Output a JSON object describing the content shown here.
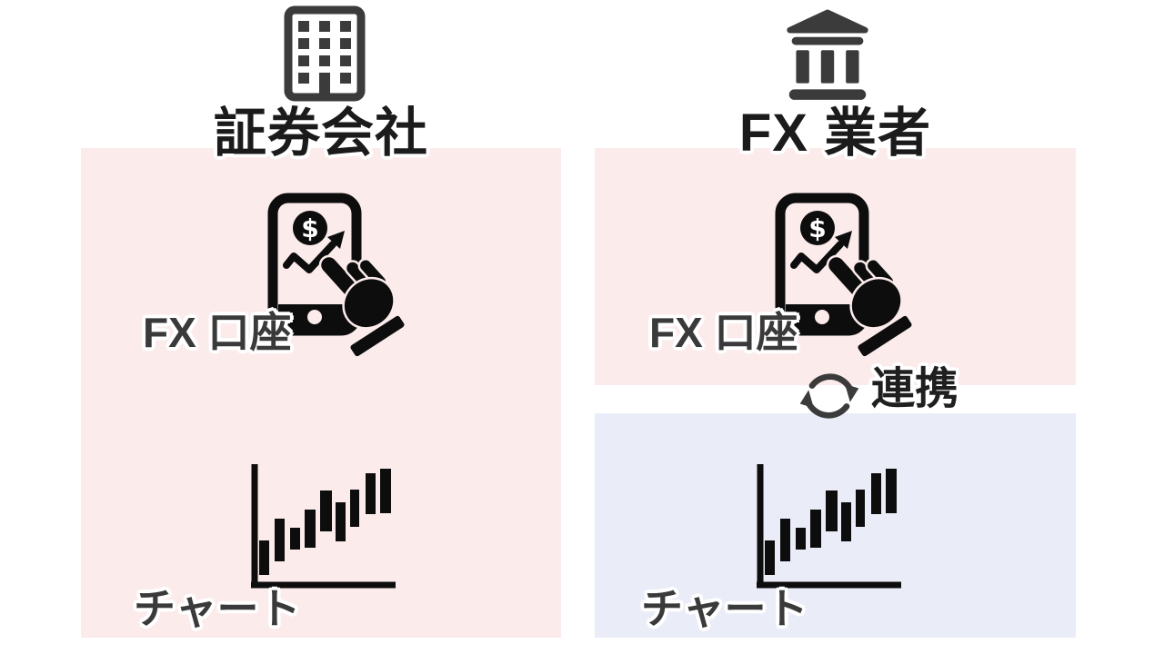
{
  "diagram": {
    "left_column": {
      "header_icon": "office-building-icon",
      "title": "証券会社",
      "panel": {
        "account_icon": "smartphone-trading-tap-icon",
        "account_label": "FX 口座",
        "chart_icon": "candlestick-chart-icon",
        "chart_label": "チャート"
      }
    },
    "right_column": {
      "header_icon": "bank-icon",
      "title": "FX 業者",
      "account_panel": {
        "account_icon": "smartphone-trading-tap-icon",
        "account_label": "FX 口座"
      },
      "link": {
        "icon": "sync-arrows-icon",
        "label": "連携"
      },
      "chart_panel": {
        "chart_icon": "candlestick-chart-icon",
        "chart_label": "チャート"
      }
    }
  },
  "colors": {
    "background": "#ffffff",
    "pink_panel": "#fcebeb",
    "lavender_panel": "#eaedf8",
    "header_icon_gray": "#3b3b3b",
    "pictogram_black": "#0d0d0d",
    "title_text": "#1b1b1b",
    "label_text": "#3a3a3a"
  }
}
